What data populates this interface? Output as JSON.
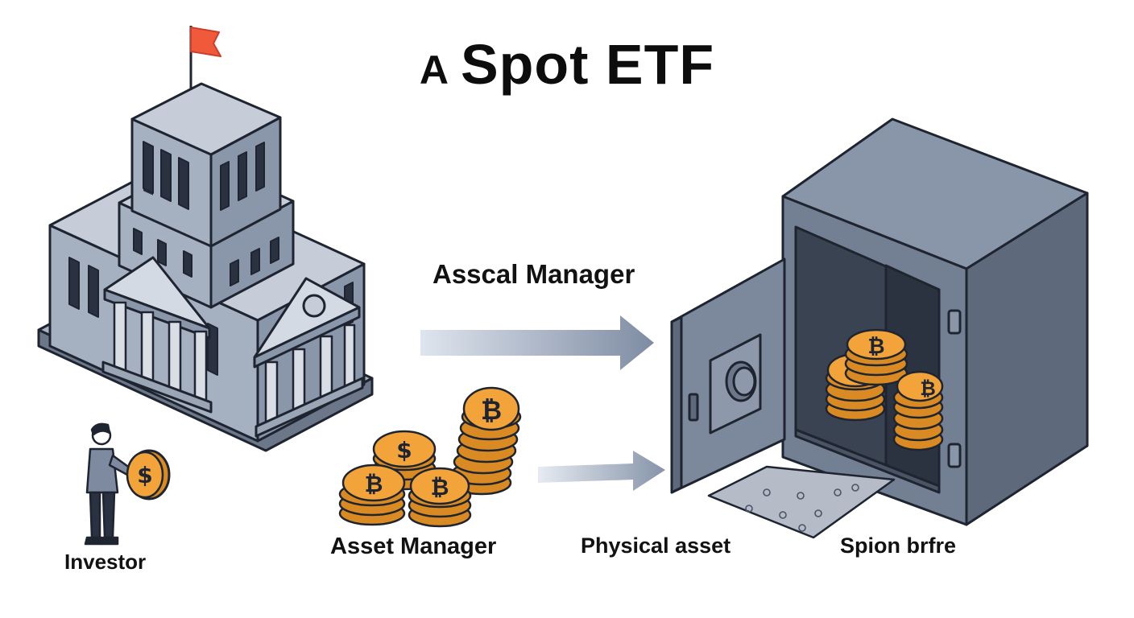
{
  "title": {
    "prefix": "A",
    "main": "Spot ETF"
  },
  "labels": {
    "top_arrow": "Asscal Manager",
    "coins": "Asset Manager",
    "lower_arrow": "Physical asset",
    "vault": "Spion brfre",
    "investor": "Investor"
  },
  "glyphs": {
    "bitcoin": "₿",
    "dollar": "$",
    "partial_bitcoin": "₿"
  },
  "colors": {
    "building": "#8b97ab",
    "building_light": "#b8c1cf",
    "vault": "#6f7b8d",
    "coin": "#f2a43a",
    "arrow": "#7f8ea5",
    "flag": "#f05a3a",
    "outline": "#1f2530"
  },
  "icons": [
    "flag-icon",
    "bank-building-icon",
    "investor-person-icon",
    "bitcoin-coin-icon",
    "dollar-coin-icon",
    "vault-safe-icon",
    "arrow-right-icon"
  ]
}
